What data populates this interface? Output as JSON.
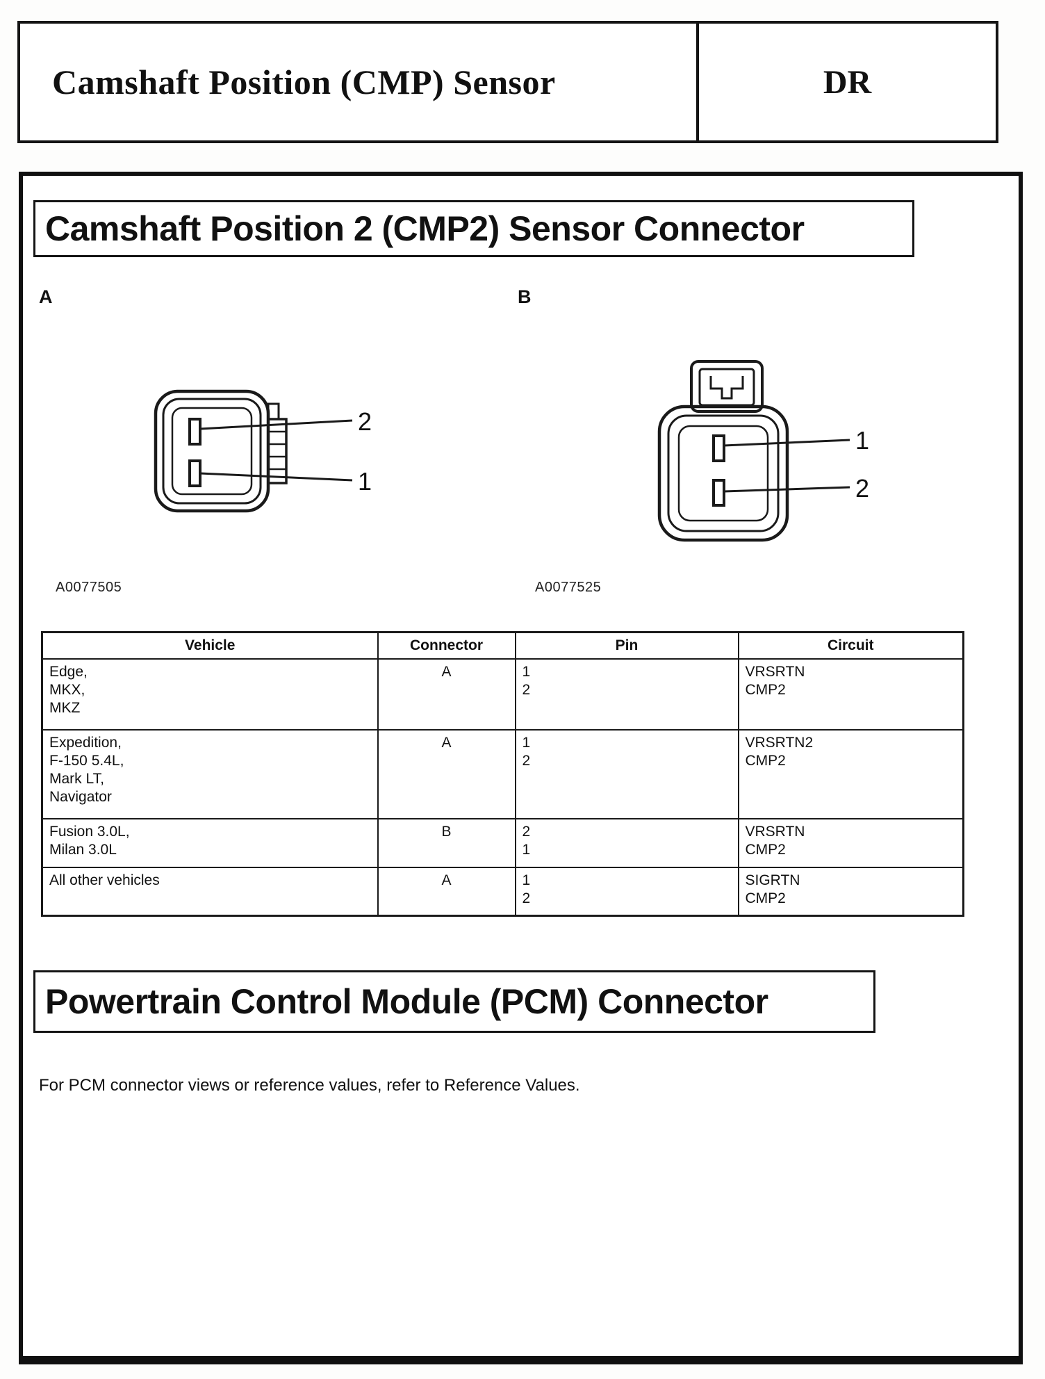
{
  "header": {
    "title": "Camshaft Position (CMP) Sensor",
    "code": "DR"
  },
  "section1": {
    "title": "Camshaft Position 2 (CMP2) Sensor Connector",
    "diagram_a": {
      "label": "A",
      "fig_ref": "A0077505",
      "pin_labels": [
        "2",
        "1"
      ]
    },
    "diagram_b": {
      "label": "B",
      "fig_ref": "A0077525",
      "pin_labels": [
        "1",
        "2"
      ]
    }
  },
  "table": {
    "headers": [
      "Vehicle",
      "Connector",
      "Pin",
      "Circuit"
    ],
    "rows": [
      {
        "vehicle": "Edge,\nMKX,\nMKZ",
        "connector": "A",
        "pin": "1\n2",
        "circuit": "VRSRTN\nCMP2"
      },
      {
        "vehicle": "Expedition,\nF-150 5.4L,\nMark LT,\nNavigator",
        "connector": "A",
        "pin": "1\n2",
        "circuit": "VRSRTN2\nCMP2"
      },
      {
        "vehicle": "Fusion 3.0L,\nMilan 3.0L",
        "connector": "B",
        "pin": "2\n1",
        "circuit": "VRSRTN\nCMP2"
      },
      {
        "vehicle": "All other vehicles",
        "connector": "A",
        "pin": "1\n2",
        "circuit": "SIGRTN\nCMP2"
      }
    ]
  },
  "section2": {
    "title": "Powertrain Control Module (PCM) Connector",
    "body": "For PCM connector views or reference values, refer to Reference Values."
  }
}
